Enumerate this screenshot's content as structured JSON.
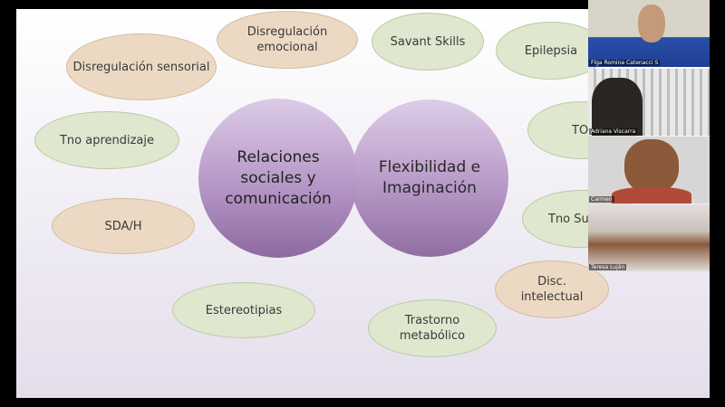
{
  "slide": {
    "circles": [
      "Relaciones sociales y comunicación",
      "Flexibilidad e Imaginación"
    ],
    "ovals": [
      "Disregulación sensorial",
      "Disregulación emocional",
      "Savant Skills",
      "Epilepsia",
      "Tno aprendizaje",
      "TO",
      "SDA/H",
      "Tno Su",
      "Disc. intelectual",
      "Estereotipias",
      "Trastorno metabólico"
    ]
  },
  "participants": [
    "Flga Romina Catenacci S",
    "Adriana Viscarra",
    "Carmen",
    "Teresa Luján"
  ]
}
